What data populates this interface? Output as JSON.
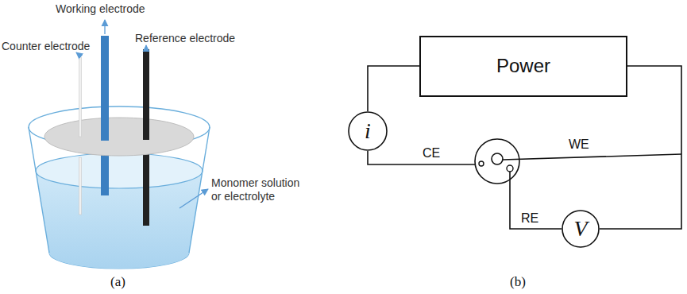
{
  "diagram": {
    "nodes": [
      {
        "text": [
          "Power"
        ]
      },
      {
        "text": [
          "i"
        ]
      },
      {
        "text": [
          "V"
        ]
      }
    ],
    "edges": [
      {
        "from": 0,
        "to": 1,
        "arrow": "none"
      },
      {
        "from": 2,
        "to": 0,
        "arrow": "none"
      }
    ],
    "labels": [
      "Working electrode",
      "Counter electrode",
      "Reference electrode",
      "Monomer solution or electrolyte",
      "CE",
      "WE",
      "RE",
      "(a)",
      "(b)"
    ]
  }
}
